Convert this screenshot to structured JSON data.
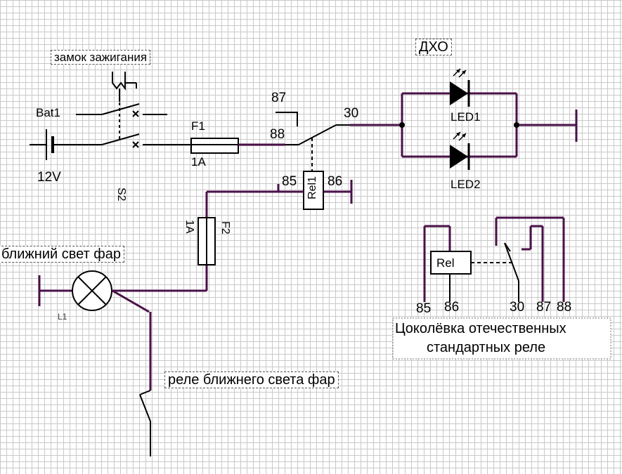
{
  "labels": {
    "ignition_lock": "замок зажигания",
    "drl": "ДХО",
    "battery": "Bat1",
    "battery_voltage": "12V",
    "switch": "S2",
    "fuse1": "F1",
    "fuse1_rating": "1A",
    "fuse2": "F2",
    "fuse2_rating": "1A",
    "relay": "Rel1",
    "pin_85": "85",
    "pin_86": "86",
    "pin_87": "87",
    "pin_88": "88",
    "pin_30": "30",
    "led1": "LED1",
    "led2": "LED2",
    "low_beam": "ближний свет фар",
    "lamp": "L1",
    "low_beam_relay": "реле ближнего света фар",
    "pinout_relay": "Rel",
    "pinout_85": "85",
    "pinout_86": "86",
    "pinout_30": "30",
    "pinout_87": "87",
    "pinout_88": "88",
    "pinout_caption_1": "Цоколёвка отечественных",
    "pinout_caption_2": "стандартных реле"
  },
  "colors": {
    "wire": "#4a1048",
    "line": "#000000",
    "grid": "#c9c9c9"
  }
}
